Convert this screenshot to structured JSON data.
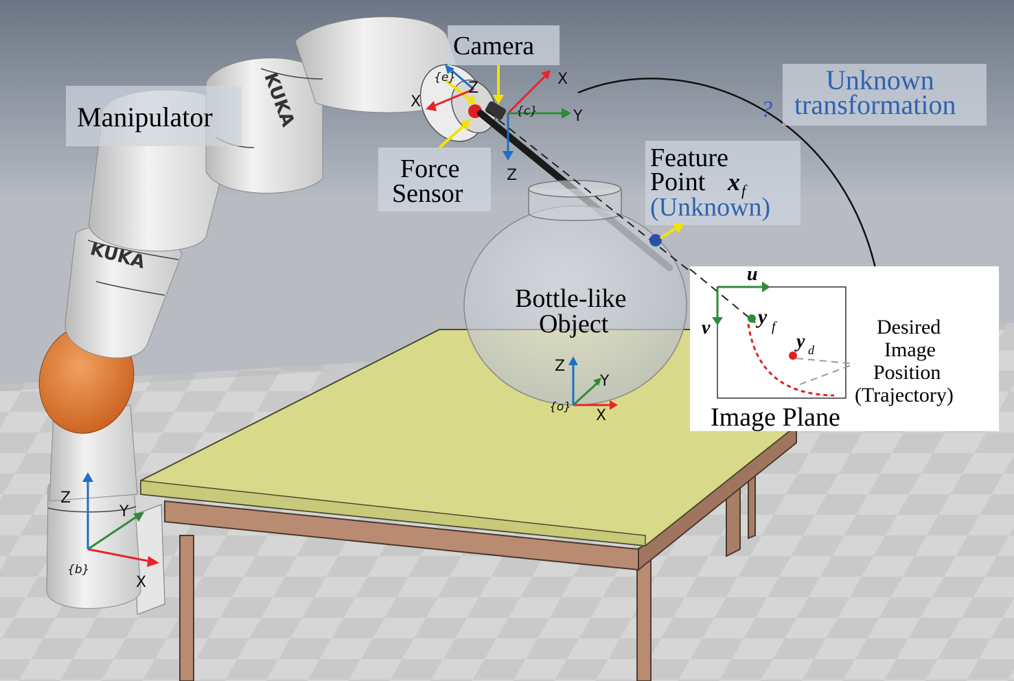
{
  "labels": {
    "camera": "Camera",
    "manipulator": "Manipulator",
    "force_line1": "Force",
    "force_line2": "Sensor",
    "unknown_line1": "Unknown",
    "unknown_line2": "transformation",
    "question": "?",
    "feature_line1": "Feature",
    "feature_line2": "Point",
    "feature_sym": "x",
    "feature_sub": "f",
    "feature_line3": "(Unknown)",
    "bottle_line1": "Bottle-like",
    "bottle_line2": "Object",
    "image_plane": "Image Plane",
    "desired_line1": "Desired",
    "desired_line2": "Image",
    "desired_line3": "Position",
    "desired_line4": "(Trajectory)",
    "yf_sym": "y",
    "yf_sub": "f",
    "yd_sym": "y",
    "yd_sub": "d",
    "u_axis": "u",
    "v_axis": "v",
    "kuka_upper": "KUKA",
    "kuka_lower": "KUKA"
  },
  "frames": {
    "end_effector": {
      "name": "{e}",
      "x": "X",
      "z": "Z"
    },
    "camera": {
      "name": "{c}",
      "x": "X",
      "y": "Y",
      "z": "Z"
    },
    "object": {
      "name": "{o}",
      "x": "X",
      "y": "Y",
      "z": "Z"
    },
    "base": {
      "name": "{b}",
      "x": "X",
      "y": "Y",
      "z": "Z"
    }
  },
  "colors": {
    "axis_x": "#e8242a",
    "axis_y": "#2e8b3a",
    "axis_z": "#1f6fc4",
    "pointer": "#f2e400",
    "label_blue": "#2f62b0",
    "table_top": "#d9d98a",
    "robot_orange": "#e07a2e"
  }
}
